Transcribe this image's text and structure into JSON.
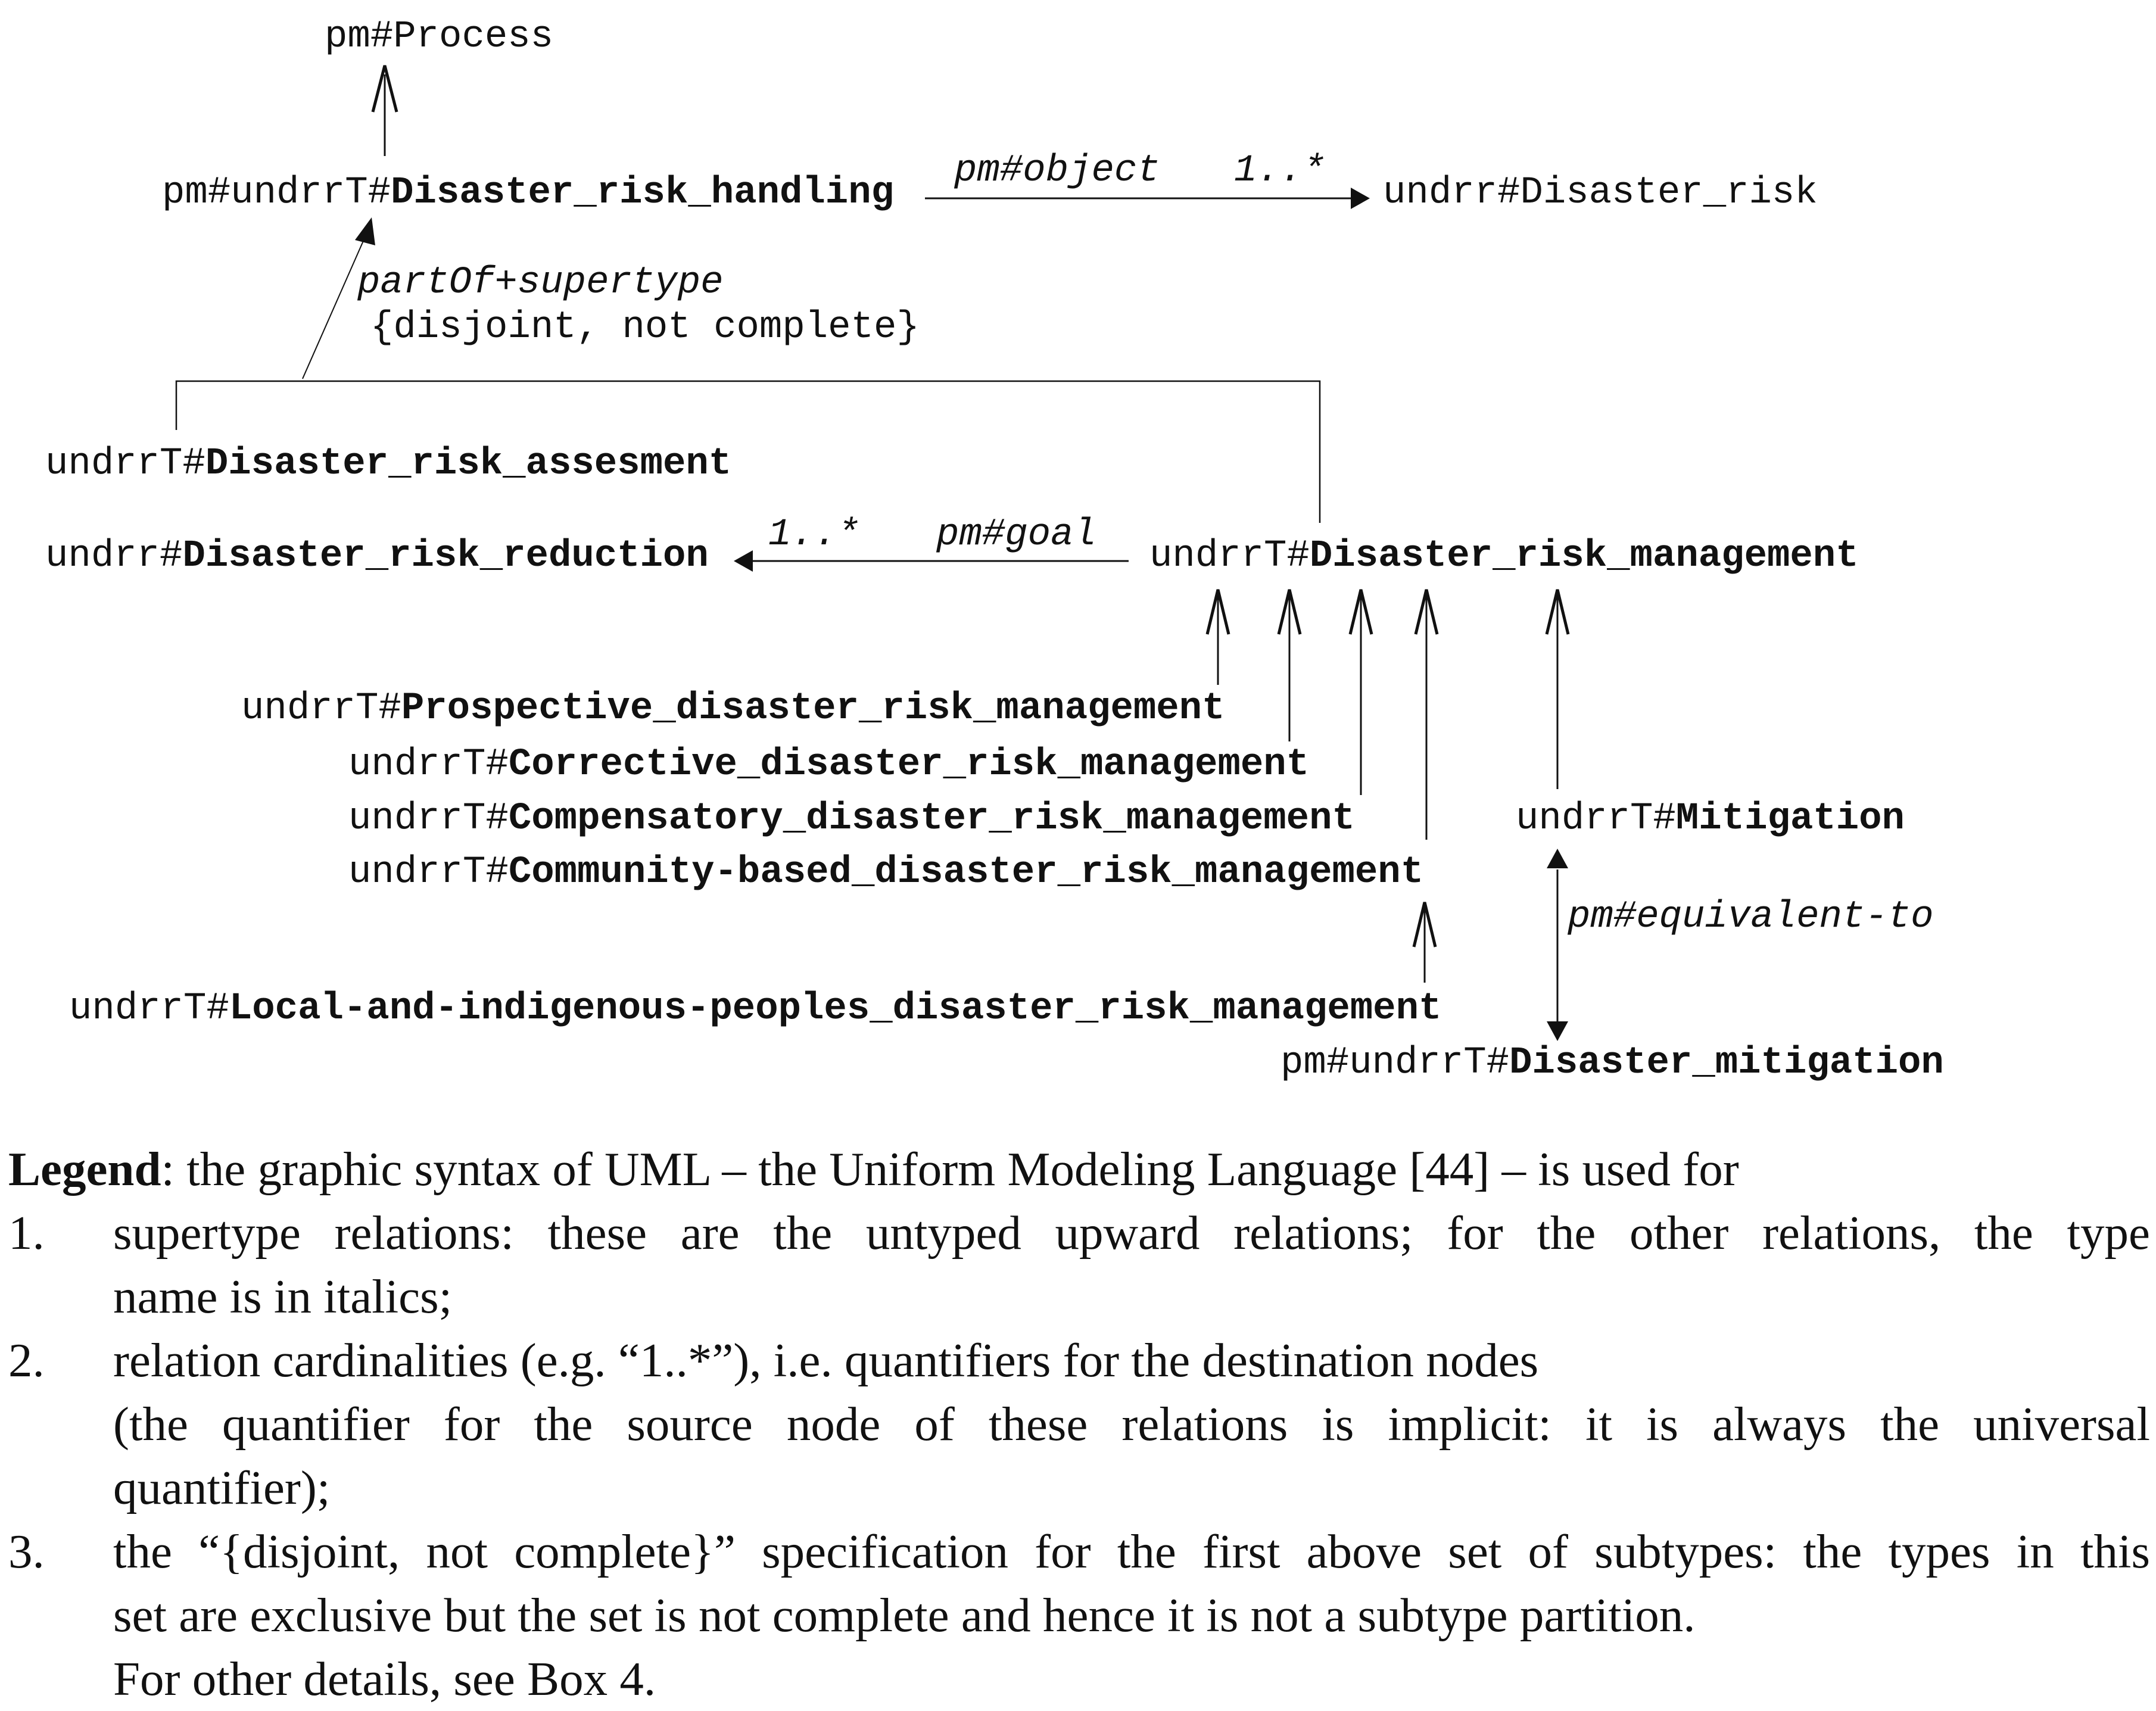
{
  "nodes": {
    "process": "pm#Process",
    "drh_prefix": "pm#undrrT#",
    "drh_name": "Disaster_risk_handling",
    "dr": "undrr#Disaster_risk",
    "dra_prefix": "undrrT#",
    "dra_name": "Disaster_risk_assesment",
    "drr_prefix": "undrr#",
    "drr_name": "Disaster_risk_reduction",
    "drm_prefix": "undrrT#",
    "drm_name": "Disaster_risk_management",
    "pdrm_prefix": "undrrT#",
    "pdrm_name": "Prospective_disaster_risk_management",
    "cdrm_prefix": "undrrT#",
    "cdrm_name": "Corrective_disaster_risk_management",
    "compdrm_prefix": "undrrT#",
    "compdrm_name": "Compensatory_disaster_risk_management",
    "cbdrm_prefix": "undrrT#",
    "cbdrm_name": "Community-based_disaster_risk_management",
    "mit_prefix": "undrrT#",
    "mit_name": "Mitigation",
    "lip_prefix": "undrrT#",
    "lip_name": "Local-and-indigenous-peoples_disaster_risk_management",
    "dmit_prefix": "pm#undrrT#",
    "dmit_name": "Disaster_mitigation"
  },
  "relations": {
    "object_label": "pm#object",
    "object_card": "1..*",
    "partof_label": "partOf+supertype",
    "partof_spec": "{disjoint, not complete}",
    "goal_label": "pm#goal",
    "goal_card": "1..*",
    "equiv_label": "pm#equivalent-to"
  },
  "legend": {
    "intro_bold": "Legend",
    "intro_rest": ": the graphic syntax of UML – the Uniform Modeling Language [44] – is used for",
    "items": [
      {
        "num": "1.",
        "line1": "supertype relations: these are the untyped upward relations; for the other relations, the type",
        "line2": "name is in italics;"
      },
      {
        "num": "2.",
        "line1": "relation cardinalities (e.g. “1..*”), i.e. quantifiers for the destination nodes",
        "line2": "(the quantifier for the source node of these relations is implicit: it is always the universal",
        "line3": "quantifier);"
      },
      {
        "num": "3.",
        "line1": "the “{disjoint, not complete}” specification for the first above set of subtypes: the types in this",
        "line2": "set are exclusive but the set is not complete and hence it is not a subtype partition.",
        "line3": "For other details, see Box 4."
      }
    ]
  }
}
